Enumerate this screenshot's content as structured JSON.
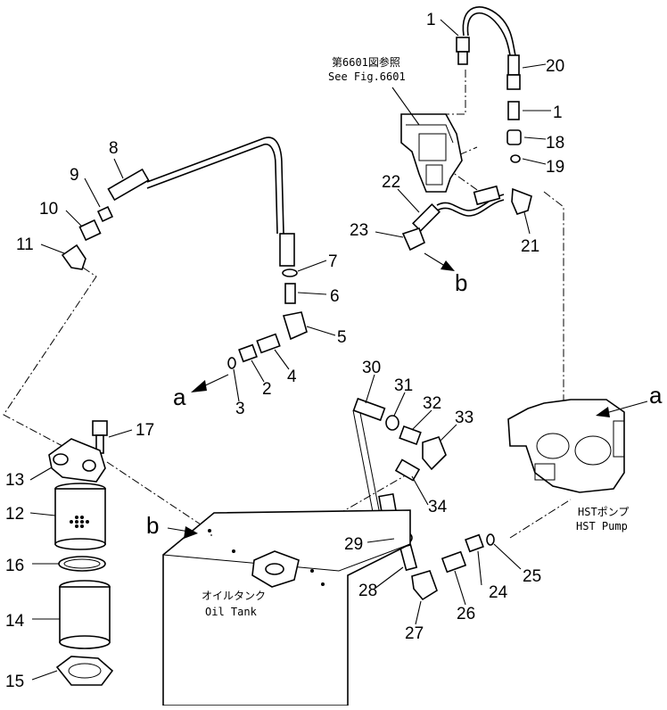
{
  "callouts": [
    "1",
    "20",
    "1",
    "18",
    "19",
    "8",
    "9",
    "10",
    "11",
    "22",
    "23",
    "21",
    "7",
    "6",
    "5",
    "4",
    "2",
    "3",
    "30",
    "31",
    "32",
    "33",
    "17",
    "13",
    "12",
    "34",
    "16",
    "29",
    "14",
    "28",
    "15",
    "27",
    "26",
    "24",
    "25"
  ],
  "ref_note": {
    "jp": "第6601図参照",
    "en": "See Fig.6601"
  },
  "letters": {
    "a": "a",
    "b": "b"
  },
  "oil_tank": {
    "jp": "オイルタンク",
    "en": "Oil Tank"
  },
  "hst_pump": {
    "jp": "HSTポンプ",
    "en": "HST Pump"
  },
  "colors": {
    "line": "#000000",
    "background": "#ffffff"
  }
}
